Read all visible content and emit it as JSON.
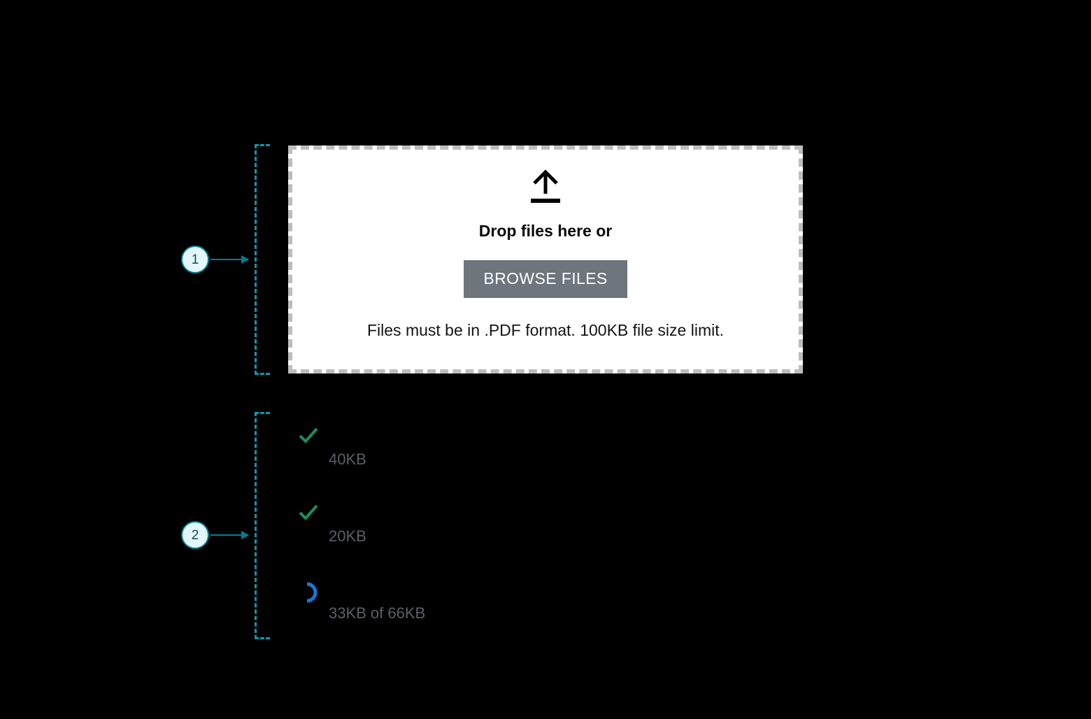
{
  "annotations": [
    {
      "id": "1",
      "label": "1",
      "target": "file-dropzone"
    },
    {
      "id": "2",
      "label": "2",
      "target": "uploaded-file-list"
    }
  ],
  "dropzone": {
    "icon": "upload-arrow-icon",
    "title": "Drop files here or",
    "browse_label": "BROWSE FILES",
    "help_text": "Files must be in .PDF format. 100KB file size limit.",
    "border_color": "#BDBDBD",
    "background_color": "#FFFFFF",
    "button_color": "#6E757C"
  },
  "file_list": {
    "files": [
      {
        "name": "",
        "size": "40KB",
        "status": "complete",
        "status_icon": "check-icon",
        "status_color": "#18905F"
      },
      {
        "name": "",
        "size": "20KB",
        "status": "complete",
        "status_icon": "check-icon",
        "status_color": "#18905F"
      },
      {
        "name": "",
        "size": "33KB of 66KB",
        "status": "uploading",
        "status_icon": "spinner-icon",
        "status_color": "#1877D2"
      }
    ]
  },
  "theme": {
    "page_background": "#000000",
    "annotation_accent": "#00808F",
    "annotation_bracket": "#1196AD",
    "annotation_fill": "#E3F6F9",
    "size_text_color": "#5A6066"
  }
}
